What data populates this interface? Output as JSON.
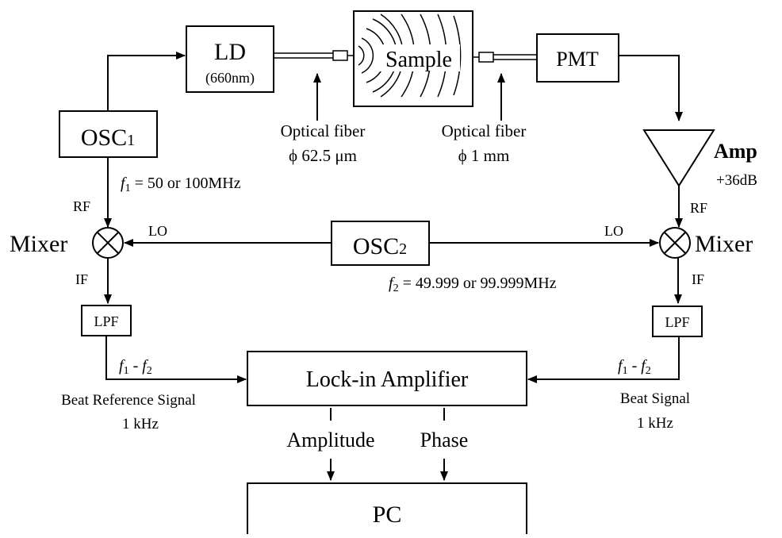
{
  "blocks": {
    "ld": {
      "label": "LD",
      "sub": "(660nm)"
    },
    "sample": "Sample",
    "pmt": "PMT",
    "osc1": {
      "label": "OSC",
      "sub": "1"
    },
    "osc2": {
      "label": "OSC",
      "sub": "2"
    },
    "amp": {
      "label": "Amp",
      "gain": "+36dB"
    },
    "mixer_left": "Mixer",
    "mixer_right": "Mixer",
    "lpf_left": "LPF",
    "lpf_right": "LPF",
    "lockin": "Lock-in Amplifier",
    "pc": "PC"
  },
  "fibers": {
    "left": {
      "line1": "Optical fiber",
      "line2": "ϕ 62.5 μm"
    },
    "right": {
      "line1": "Optical fiber",
      "line2": "ϕ 1 mm"
    }
  },
  "ports": {
    "rf": "RF",
    "lo": "LO",
    "if": "IF"
  },
  "freqs": {
    "f1": {
      "sym": "f",
      "sub": "1",
      "text": " = 50 or 100MHz"
    },
    "f2": {
      "sym": "f",
      "sub": "2",
      "text": " = 49.999 or 99.999MHz"
    },
    "beat_left": {
      "a": "f",
      "a_sub": "1",
      "minus": " - ",
      "b": "f",
      "b_sub": "2"
    },
    "beat_right": {
      "a": "f",
      "a_sub": "1",
      "minus": " - ",
      "b": "f",
      "b_sub": "2"
    }
  },
  "signals": {
    "left": {
      "line1": "Beat Reference Signal",
      "line2": "1 kHz"
    },
    "right": {
      "line1": "Beat Signal",
      "line2": "1 kHz"
    }
  },
  "outputs": {
    "amplitude": "Amplitude",
    "phase": "Phase"
  }
}
